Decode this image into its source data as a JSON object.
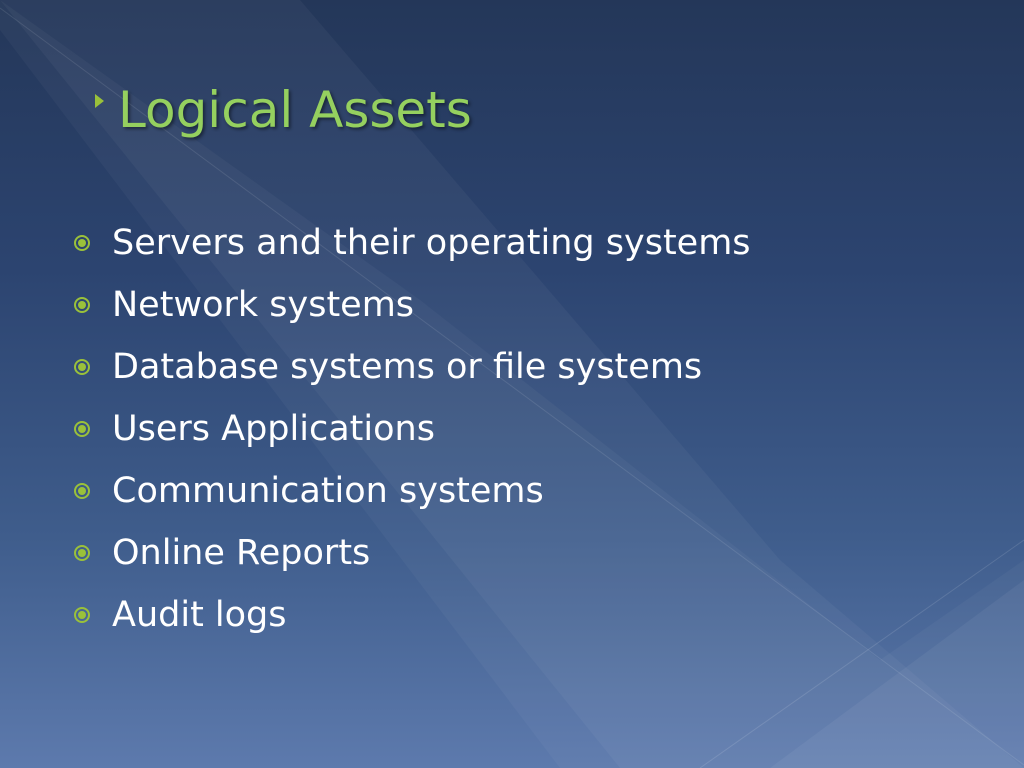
{
  "slide": {
    "title": "Logical Assets",
    "bullets": [
      "Servers and their operating systems",
      "Network systems",
      "Database systems or file systems",
      "Users Applications",
      "Communication systems",
      "Online Reports",
      "Audit logs"
    ]
  },
  "colors": {
    "title": "#95d05f",
    "bullet_marker": "#9ac13a",
    "bullet_text": "#ffffff",
    "background_top": "#243759",
    "background_bottom": "#5d7aad"
  },
  "icons": {
    "title_marker": "triangle-right-icon",
    "bullet_marker": "circled-dot-icon"
  }
}
